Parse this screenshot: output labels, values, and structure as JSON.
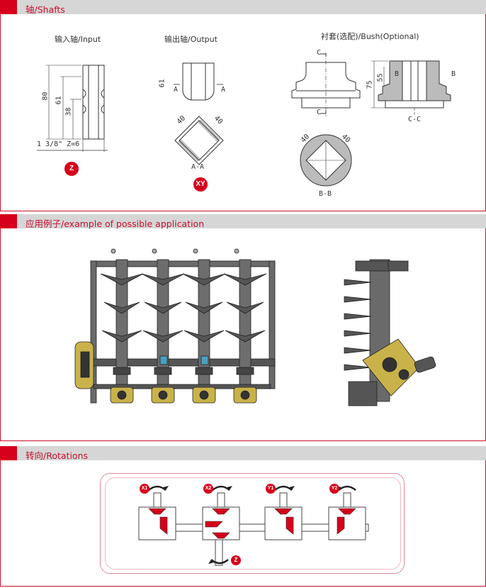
{
  "sections": {
    "shafts": {
      "title": "轴/Shafts"
    },
    "application": {
      "title": "应用例子/example of possible application"
    },
    "rotations": {
      "title": "转向/Rotations"
    }
  },
  "shafts": {
    "input": {
      "label": "输入轴/Input",
      "dim_80": "80",
      "dim_61": "61",
      "dim_38": "38",
      "spline": "1 3/8\" Z=6",
      "badge": "Z"
    },
    "output": {
      "label": "输出轴/Output",
      "dim_61": "61",
      "sec_a1": "A",
      "sec_a2": "A",
      "dim_40a": "40",
      "dim_40b": "40",
      "caption": "A-A",
      "badge": "XY"
    },
    "bush": {
      "label": "衬套(选配)/Bush(Optional)",
      "sec_c1": "C",
      "sec_c2": "C",
      "dim_75": "75",
      "dim_55": "55",
      "sec_b1": "B",
      "sec_b2": "B",
      "caption_cc": "C-C",
      "dim_40a": "40",
      "dim_40b": "40",
      "caption_bb": "B-B"
    }
  },
  "rotations": {
    "badges": [
      "X1",
      "X2",
      "Y1",
      "Y2"
    ],
    "input_badge": "Z"
  },
  "colors": {
    "accent": "#d6001c",
    "header_bg": "#d6d6d6",
    "machine_gray": "#5a5a5a",
    "gearbox_yellow": "#c9b24a"
  }
}
